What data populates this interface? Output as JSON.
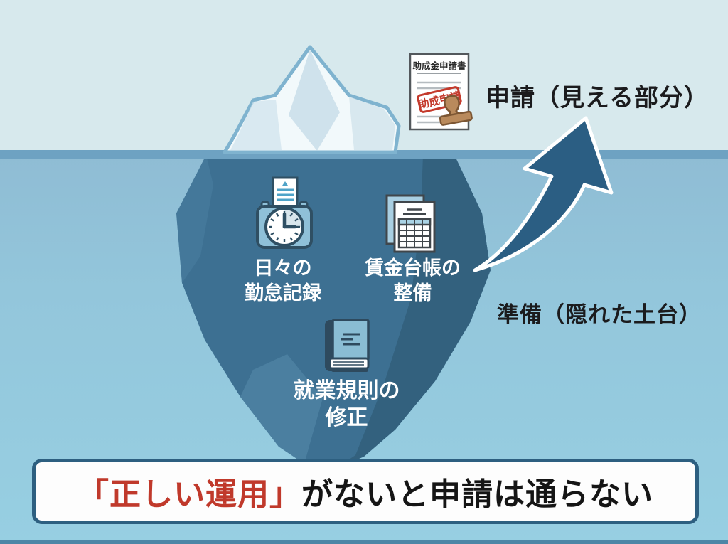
{
  "colors": {
    "sky": "#d7e9ed",
    "water_top": "#8fbcd4",
    "water_bottom": "#97cfe2",
    "waterline_band": "#6ea2c2",
    "iceberg_above": "#f2f9fb",
    "iceberg_above_facet": "#cfe2ec",
    "iceberg_below": "#3d7092",
    "iceberg_below_dark": "#33617e",
    "iceberg_below_light": "#4b7fa0",
    "arrow": "#2b5e83",
    "banner_border": "#2d5f80",
    "banner_background": "#fdfdfd",
    "banner_highlight_text": "#c0392b",
    "label_dark_text": "#1b1b1d",
    "label_white_text": "#ffffff",
    "stamp_red": "#c43a2c",
    "hanko_brown": "#b98a5c"
  },
  "surface": {
    "label": "申請（見える部分）"
  },
  "underwater": {
    "label": "準備（隠れた土台）",
    "items": [
      {
        "icon": "time-clock-icon",
        "label": "日々の\n勤怠記録"
      },
      {
        "icon": "wage-ledger-icon",
        "label": "賃金台帳の\n整備"
      },
      {
        "icon": "rulebook-icon",
        "label": "就業規則の\n修正"
      }
    ]
  },
  "document": {
    "title": "助成金申請書",
    "stamp_text": "助成申請"
  },
  "banner": {
    "highlight": "「正しい運用」",
    "rest": "がないと申請は通らない"
  }
}
